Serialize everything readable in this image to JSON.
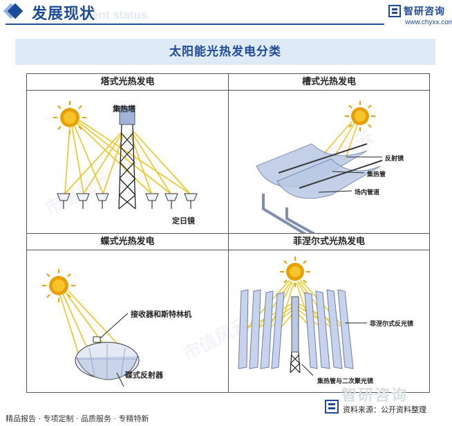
{
  "header": {
    "title": "发展现状",
    "subtitle": "ment status",
    "logo_name": "智研咨询",
    "logo_url": "www.chyxx.com"
  },
  "banner": {
    "title": "太阳能光热发电分类"
  },
  "panels": {
    "tower": {
      "title": "塔式光热发电",
      "label_tower": "集热塔",
      "label_mirror": "定日镜"
    },
    "trough": {
      "title": "槽式光热发电",
      "label_reflector": "反射镜",
      "label_tube": "集热管",
      "label_pipe": "场内管道"
    },
    "dish": {
      "title": "蝶式光热发电",
      "label_receiver": "接收器和斯特林机",
      "label_dish": "碟式反射器"
    },
    "fresnel": {
      "title": "菲涅尔式光热发电",
      "label_mirror": "菲涅尔式反光镜",
      "label_tube": "集热管与二次聚光镜"
    }
  },
  "footer": {
    "tags": "精品报告 · 专项定制 · 品质服务 · 专精特新",
    "brand": "智研咨询",
    "source": "资料来源：公开资料整理"
  },
  "colors": {
    "brand": "#1e4a9b",
    "sun": "#f4b400",
    "ray": "#f0c419",
    "mirror": "#9fb4d8"
  }
}
